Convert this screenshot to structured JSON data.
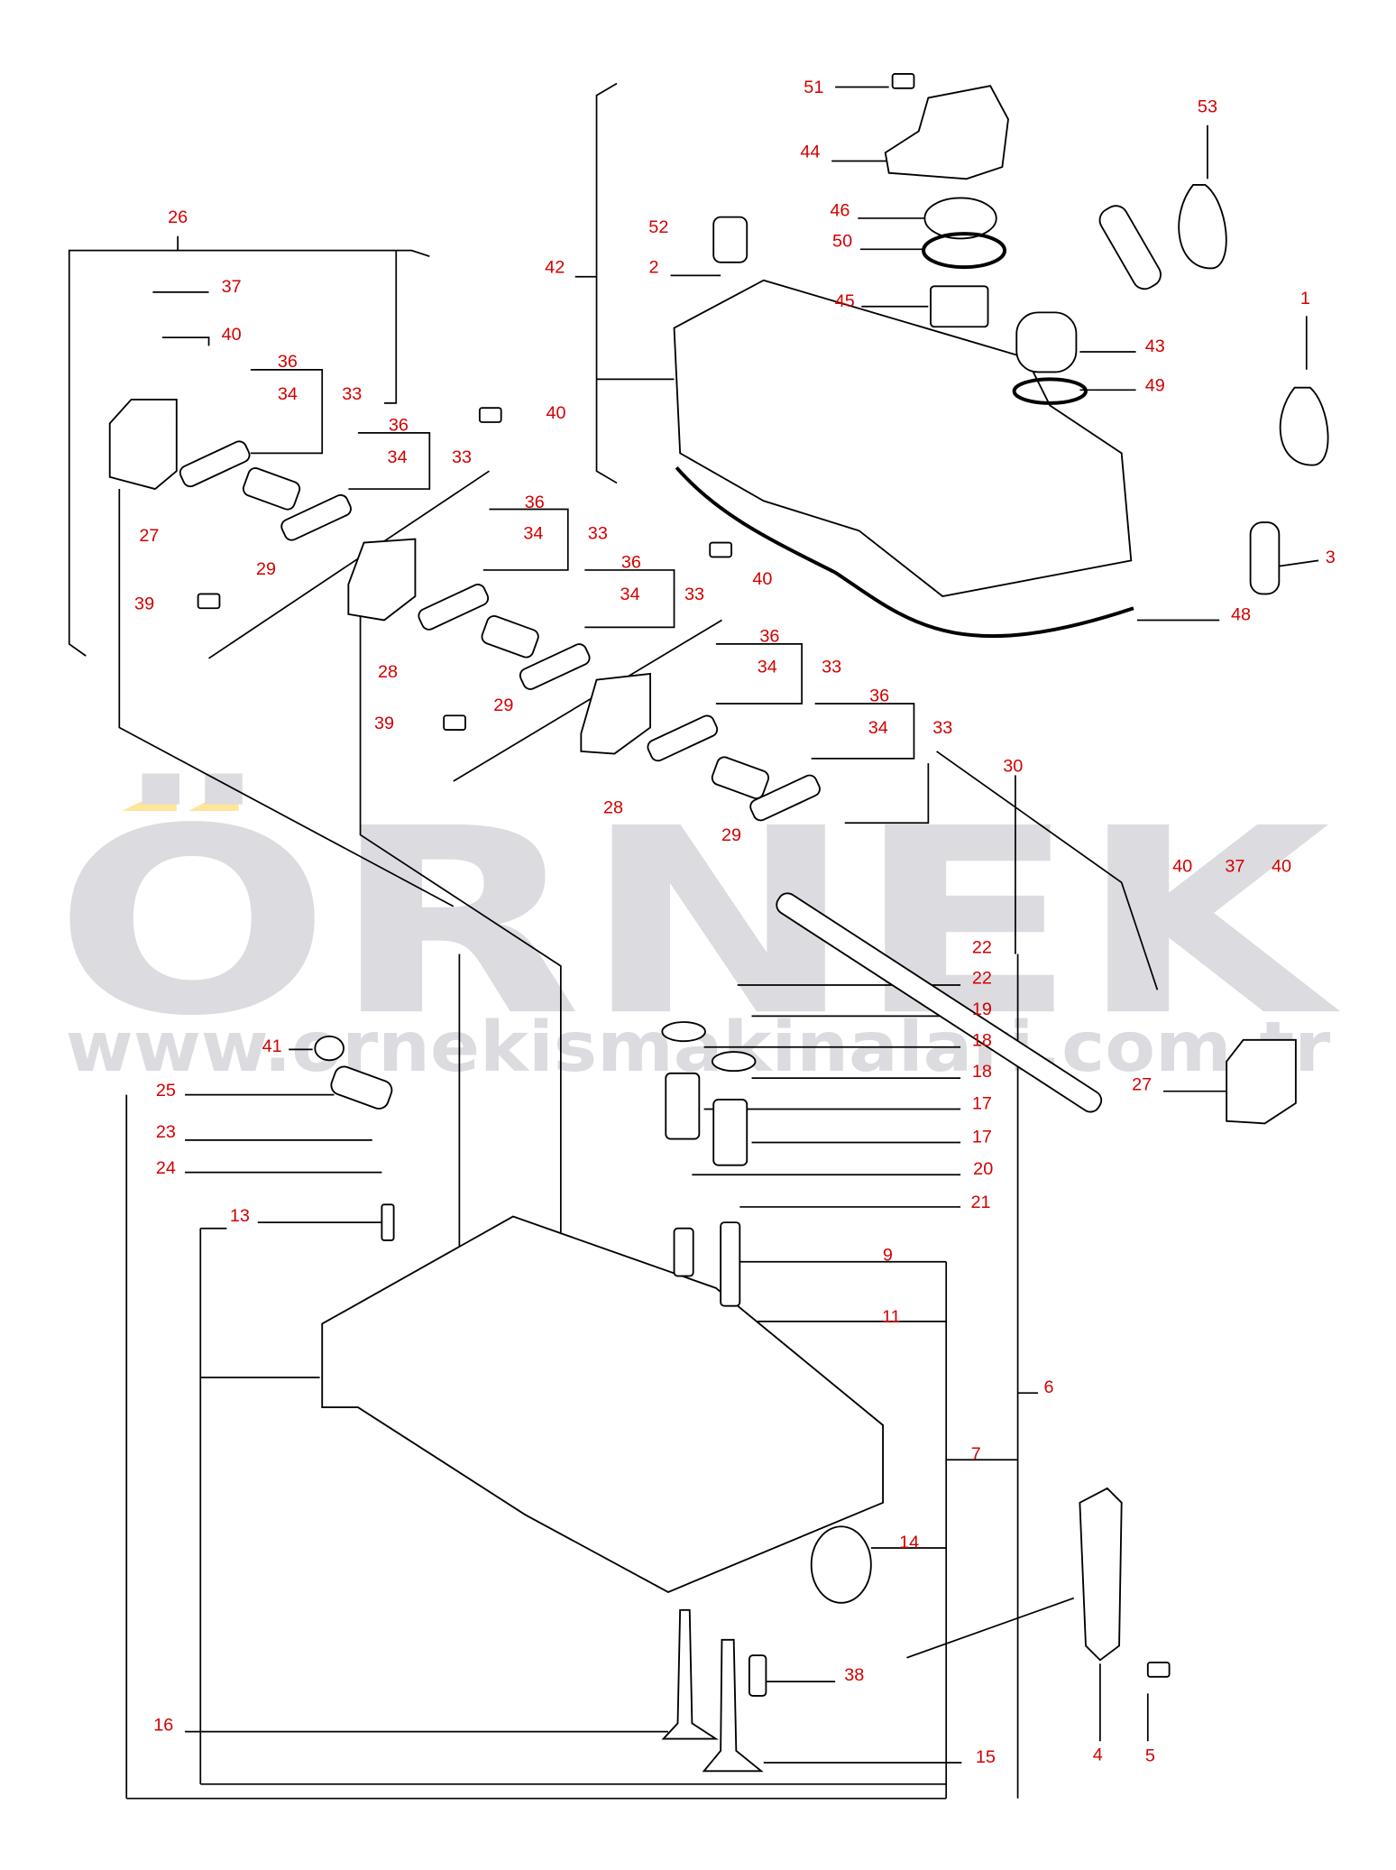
{
  "watermark": {
    "brand": "ÖRNEK",
    "url": "www.ornekismakinalari.com.tr",
    "accent_color": "#fde59a",
    "text_color": "#dcdbe0"
  },
  "label_color": "#d40000",
  "labels": [
    "51",
    "44",
    "46",
    "50",
    "52",
    "2",
    "42",
    "45",
    "43",
    "49",
    "53",
    "1",
    "3",
    "48",
    "26",
    "37",
    "40",
    "36",
    "34",
    "33",
    "36",
    "34",
    "33",
    "40",
    "27",
    "29",
    "39",
    "28",
    "36",
    "34",
    "33",
    "36",
    "34",
    "33",
    "40",
    "29",
    "36",
    "34",
    "33",
    "36",
    "34",
    "33",
    "39",
    "28",
    "29",
    "30",
    "40",
    "37",
    "40",
    "22",
    "22",
    "19",
    "18",
    "18",
    "17",
    "17",
    "20",
    "21",
    "9",
    "11",
    "6",
    "7",
    "14",
    "38",
    "15",
    "4",
    "5",
    "41",
    "25",
    "23",
    "24",
    "13",
    "16",
    "27"
  ]
}
